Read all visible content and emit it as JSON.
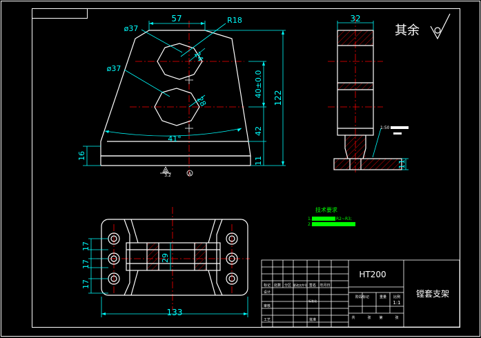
{
  "roughness_note": "其余",
  "front_view": {
    "dim_top_width": "57",
    "dim_radius": "R18",
    "dim_upper_hole": "ø37",
    "dim_lower_hole": "ø37",
    "dim_upper_hole_angle": "24",
    "dim_lower_hole_angle": "28",
    "dim_center_spacing": "40±0.0",
    "dim_overall_height": "122",
    "dim_lower_center_height": "42",
    "dim_base_left": "16",
    "dim_base_right": "11",
    "dim_angle": "41°",
    "datum_a": "A",
    "datum_a_roughness": "3.2",
    "datum_b": "A"
  },
  "side_view": {
    "dim_width": "32",
    "dim_base_height": "11",
    "callout": "1:50"
  },
  "top_view": {
    "dim_17_top": "17",
    "dim_17_mid": "17",
    "dim_17_bottom": "17",
    "dim_29": "29",
    "dim_133": "133"
  },
  "tech_req": {
    "title": "技术要求",
    "item1_prefix": "1.",
    "item1_suffix": "R2~R3;",
    "item2_prefix": "2."
  },
  "title_block": {
    "material": "HT200",
    "part_name": "镗套支架",
    "scale": "1:1",
    "col_labels": [
      "标记",
      "处数",
      "分区",
      "更改文件号",
      "签名",
      "年月日"
    ],
    "row_labels": [
      "设计",
      "审核",
      "工艺"
    ],
    "sub_labels": [
      "标准化",
      "批准"
    ],
    "stage_labels": [
      "阶段标记",
      "重量",
      "比例"
    ],
    "sheet_labels": [
      "共",
      "张",
      "第",
      "张"
    ]
  },
  "colors": {
    "outline": "#ffffff",
    "centerline": "#ff0000",
    "dimension": "#00ffff",
    "hatch": "#ff0000",
    "note": "#00ff00",
    "frame": "#ffffff"
  }
}
